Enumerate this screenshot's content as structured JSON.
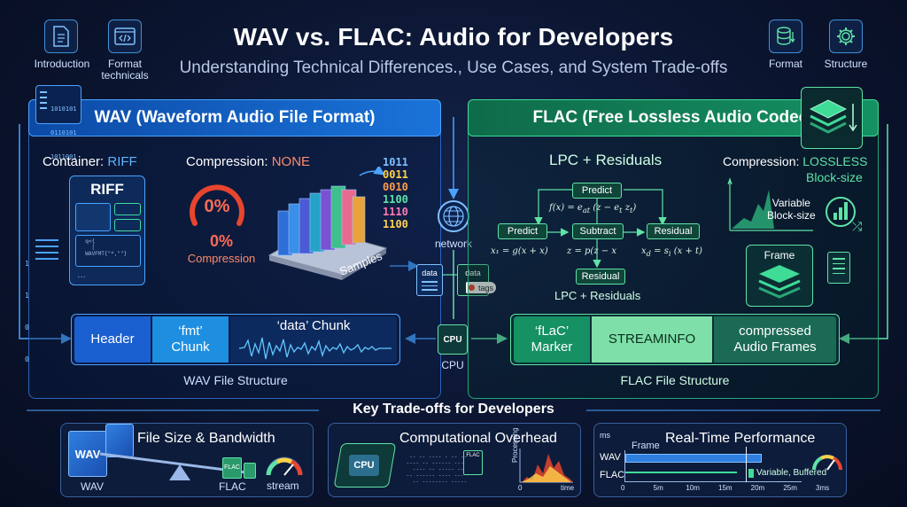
{
  "header": {
    "title": "WAV vs. FLAC: Audio for Developers",
    "subtitle": "Understanding Technical Differences., Use Cases, and System Trade-offs"
  },
  "top_icons": [
    {
      "label": "Introduction",
      "icon": "document-icon"
    },
    {
      "label": "Format technicals",
      "icon": "code-window-icon"
    },
    {
      "label": "Format",
      "icon": "database-icon"
    },
    {
      "label": "Structure",
      "icon": "gear-icon"
    }
  ],
  "wav": {
    "header": "WAV (Waveform Audio File Format)",
    "container_label": "Container:",
    "container_value": "RIFF",
    "riff_title": "RIFF",
    "compression_label": "Compression:",
    "compression_value": "NONE",
    "gauge_value": "0%",
    "gauge_percent": 0,
    "compression_pct": "0%",
    "compression_word": "Compression",
    "samples_label": "Samples",
    "binary": [
      "1011",
      "0011",
      "0010",
      "1100",
      "1110",
      "1100"
    ],
    "side_binary": [
      "1010101",
      "0110101",
      "1011001"
    ],
    "side_bits": [
      "1",
      "1",
      "0",
      "0"
    ],
    "structure": {
      "header": "Header",
      "fmt_1": "‘fmt’",
      "fmt_2": "Chunk",
      "data": "‘data’ Chunk",
      "caption": "WAV File Structure"
    }
  },
  "center": {
    "network": "network",
    "data_1": "data",
    "data_2": "data",
    "tags": "tags",
    "cpu_chip": "CPU",
    "cpu_label": "CPU"
  },
  "flac": {
    "header": "FLAC (Free Lossless Audio Codec)",
    "lpc_title": "LPC + Residuals",
    "compression_label": "Compression:",
    "compression_value": "LOSSLESS",
    "block_size": "Block-size",
    "variable_1": "Variable",
    "variable_2": "Block-size",
    "frame": "Frame",
    "lpc_bottom": "LPC + Residuals",
    "nodes": {
      "predict_top": "Predict",
      "predict_left": "Predict",
      "subtract": "Subtract",
      "residual_right": "Residual",
      "residual_bottom": "Residual"
    },
    "equations": {
      "fx": "f(x) = e",
      "fx_sub": "at",
      "fx_rest": "(z − e",
      "fx_sub2": "t",
      "fx_end": "z",
      "fx_sub3": "t",
      "fx_close": ")",
      "x1": "x₁ = g(x + x)",
      "z": "z = p(z − x",
      "xd": "x",
      "xd_sub": "d",
      "xd_rest": "= s",
      "xd_sub2": "i",
      "xd_end": "(x + t)"
    },
    "structure": {
      "marker_1": "‘fLaC’",
      "marker_2": "Marker",
      "streaminfo": "STREAMINFO",
      "frames_1": "compressed",
      "frames_2": "Audio Frames",
      "caption": "FLAC File Structure"
    }
  },
  "tradeoffs": {
    "title": "Key Trade-offs for Developers",
    "panels": {
      "size": {
        "title": "File Size & Bandwidth",
        "wav_icon": "WAV",
        "wav_label": "WAV",
        "flac_icon": "FLAC",
        "flac_label": "FLAC",
        "stream": "stream"
      },
      "compute": {
        "title": "Computational Overhead",
        "chip": "CPU",
        "flac_badge": "FLAC",
        "axis_y": "Processing",
        "axis_x0": "0",
        "axis_x1": "time"
      },
      "realtime": {
        "title": "Real-Time Performance",
        "unit": "ms",
        "frame": "Frame",
        "wav": "WAV",
        "flac": "FLAC",
        "flac_note": "Variable, Buffered",
        "ticks": [
          "0",
          "5m",
          "10m",
          "15m",
          "20m",
          "25m",
          "3ms"
        ],
        "wav_fraction": 0.77,
        "flac_fraction": 0.63
      }
    }
  },
  "colors": {
    "wav_blue": "#1a73d9",
    "flac_green": "#159163",
    "accent_cyan": "#4aa3ff",
    "warning_red": "#e8452e"
  }
}
